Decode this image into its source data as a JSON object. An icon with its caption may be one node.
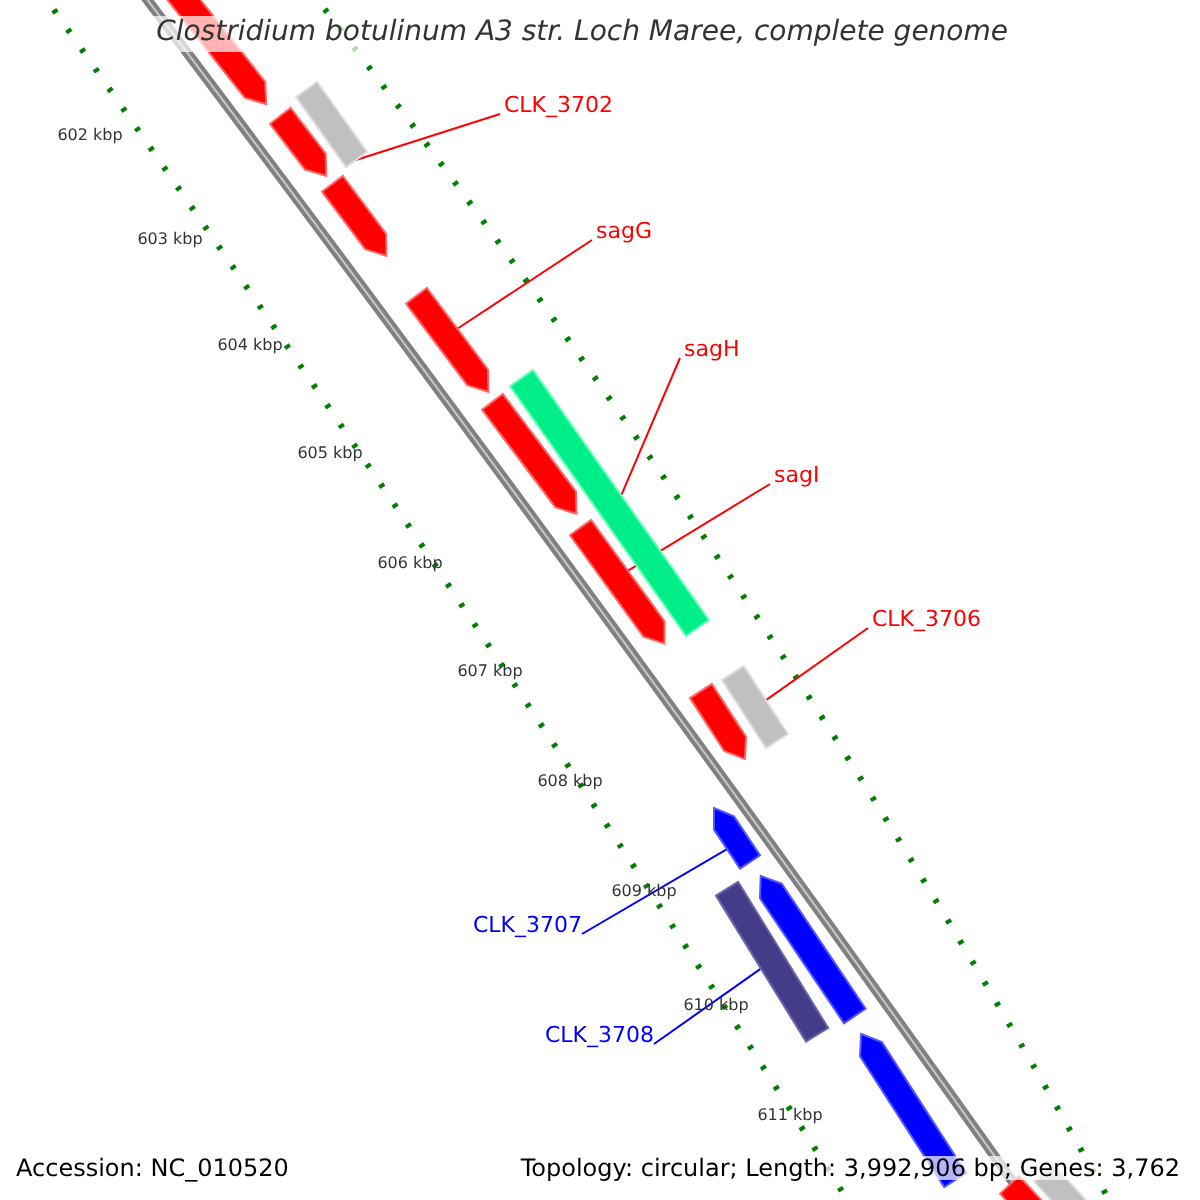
{
  "diagram": {
    "title": "Clostridium botulinum A3 str. Loch Maree, complete genome",
    "nodes": [
      {
        "text": [],
        "shape": "arrow"
      },
      {
        "text": [],
        "shape": "bar"
      },
      {
        "text": [],
        "shape": "arrow"
      },
      {
        "text": [],
        "shape": "arrow"
      },
      {
        "text": [],
        "shape": "arrow"
      },
      {
        "text": [],
        "shape": "bar"
      },
      {
        "text": [],
        "shape": "arrow"
      },
      {
        "text": [],
        "shape": "arrow"
      },
      {
        "text": [],
        "shape": "bar"
      },
      {
        "text": [],
        "shape": "arrow"
      },
      {
        "text": [],
        "shape": "arrow"
      },
      {
        "text": [],
        "shape": "bar"
      },
      {
        "text": [],
        "shape": "arrow"
      },
      {
        "text": [],
        "shape": "arrow"
      },
      {
        "text": [],
        "shape": "bar"
      },
      {
        "text": [],
        "shape": "bar"
      },
      {
        "text": [
          "CLK_3702"
        ]
      },
      {
        "text": [
          "sagG"
        ]
      },
      {
        "text": [
          "sagH"
        ]
      },
      {
        "text": [
          "sagI"
        ]
      },
      {
        "text": [
          "CLK_3706"
        ]
      },
      {
        "text": [
          "CLK_3707"
        ]
      },
      {
        "text": [
          "CLK_3708"
        ]
      }
    ],
    "edges": [
      {
        "from": 16,
        "to": 1,
        "arrow": "none"
      },
      {
        "from": 17,
        "to": 4,
        "arrow": "none"
      },
      {
        "from": 18,
        "to": 5,
        "arrow": "none"
      },
      {
        "from": 19,
        "to": 7,
        "arrow": "none"
      },
      {
        "from": 20,
        "to": 8,
        "arrow": "none"
      },
      {
        "from": 21,
        "to": 10,
        "arrow": "none",
        "color": "#0000ff"
      },
      {
        "from": 22,
        "to": 11,
        "arrow": "none",
        "color": "#0000ff"
      }
    ],
    "labels": [
      "602 kbp",
      "603 kbp",
      "604 kbp",
      "605 kbp",
      "606 kbp",
      "607 kbp",
      "608 kbp",
      "609 kbp",
      "610 kbp",
      "611 kbp",
      "Accession: NC_010520",
      "Topology: circular; Length: 3,992,906 bp; Genes: 3,762"
    ]
  }
}
